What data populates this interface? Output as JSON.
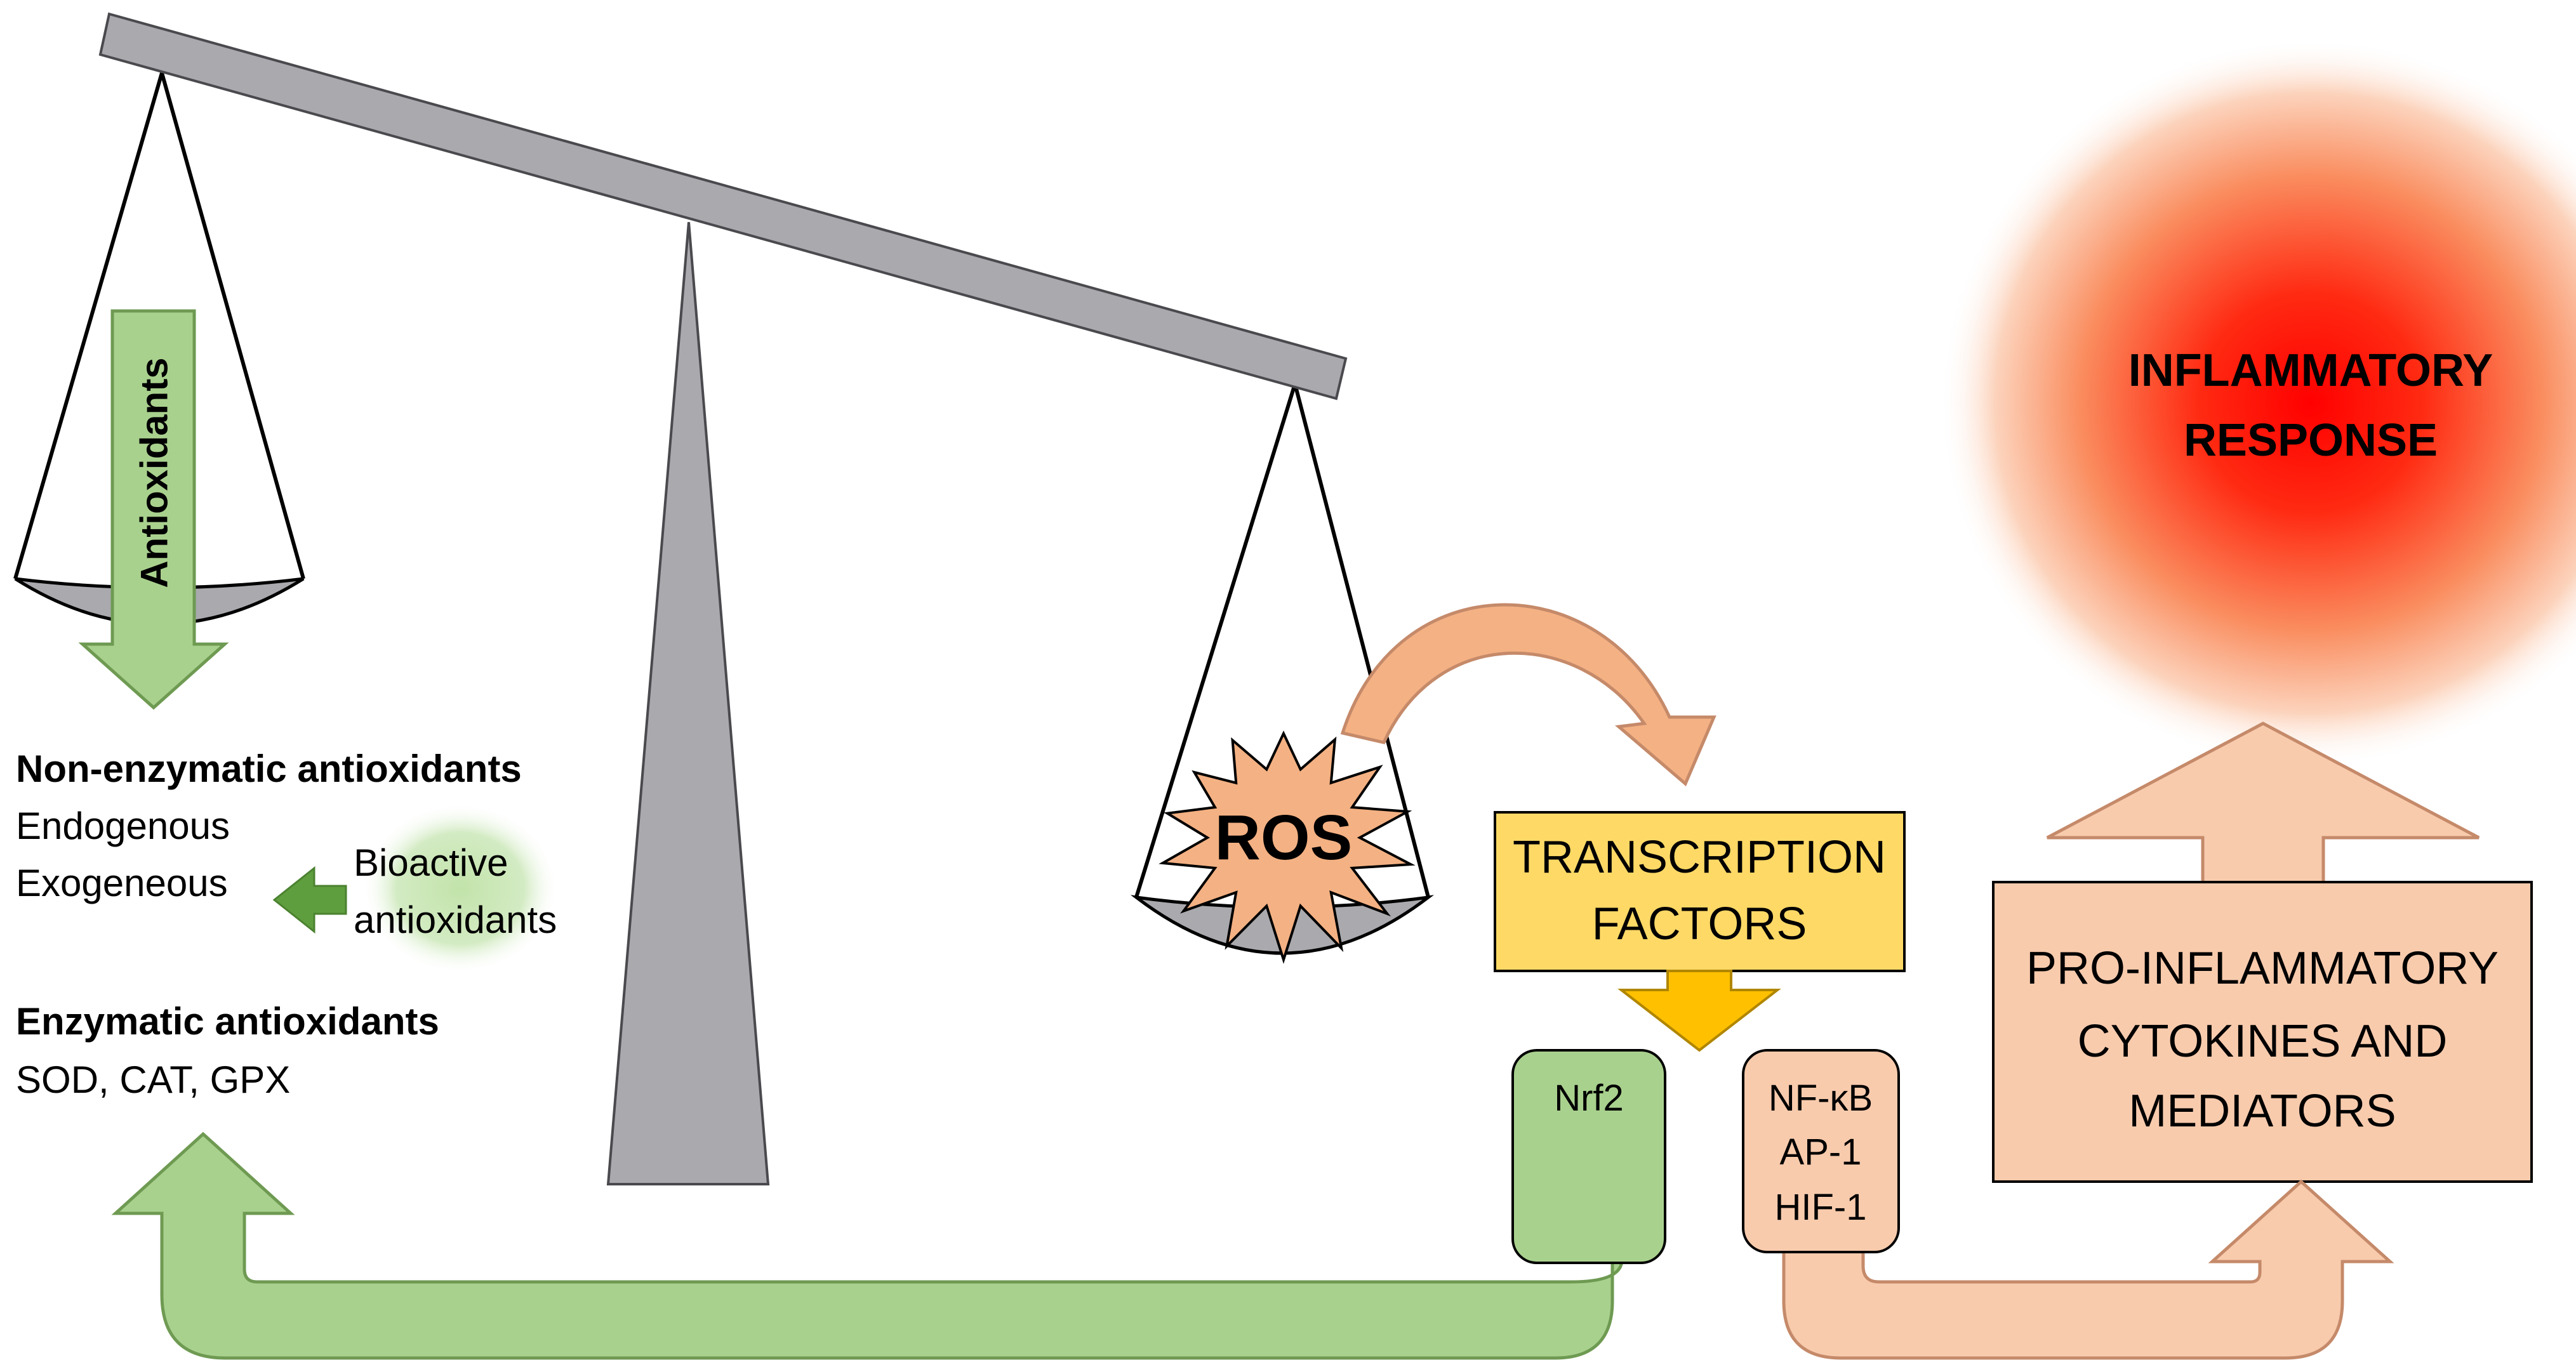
{
  "colors": {
    "beam": "#a9a9ae",
    "beam_stroke": "#4a4a4e",
    "antioxidant_green": "#a9d18e",
    "green_stroke": "#6e9a52",
    "peach": "#f8cbad",
    "peach_stroke": "#c58a6a",
    "yellow_box": "#ffd966",
    "yellow_arrow": "#ffc000",
    "ros_fill": "#f4b183",
    "inflammation_core": "#ff0000",
    "text": "#000000"
  },
  "balance": {
    "left_pan_label": "Antioxidants",
    "ros_label": "ROS"
  },
  "left_panel": {
    "non_enzymatic_heading": "Non-enzymatic antioxidants",
    "endogenous": "Endogenous",
    "exogenous": "Exogeneous",
    "bioactive_line1": "Bioactive",
    "bioactive_line2": "antioxidants",
    "enzymatic_heading": "Enzymatic antioxidants",
    "enzymes": "SOD, CAT, GPX"
  },
  "transcription_box": {
    "line1": "TRANSCRIPTION",
    "line2": "FACTORS"
  },
  "nrf2_box": {
    "label": "Nrf2"
  },
  "nfkb_box": {
    "line1": "NF-κB",
    "line2": "AP-1",
    "line3": "HIF-1"
  },
  "cytokines_box": {
    "line1": "PRO-INFLAMMATORY",
    "line2": "CYTOKINES AND",
    "line3": "MEDIATORS"
  },
  "inflammation": {
    "line1": "INFLAMMATORY",
    "line2": "RESPONSE"
  }
}
